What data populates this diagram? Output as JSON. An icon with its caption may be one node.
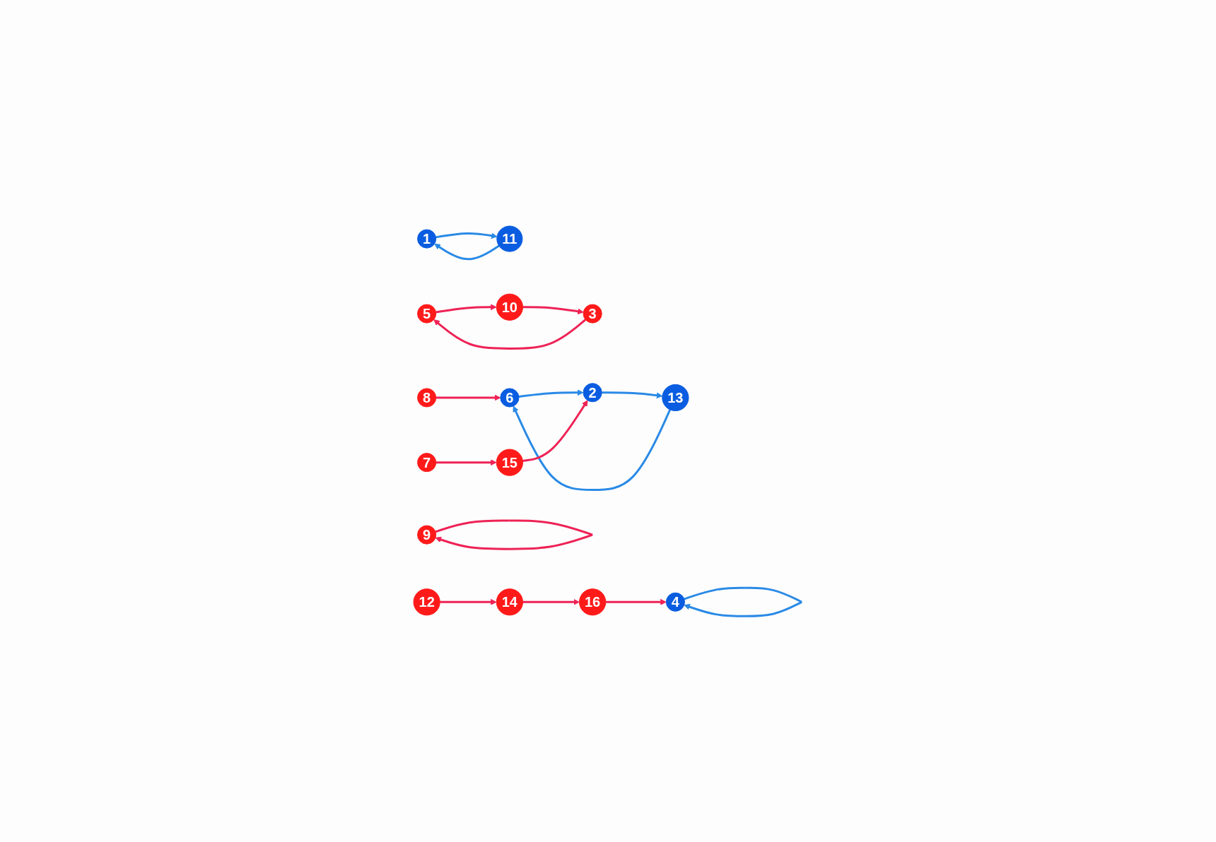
{
  "diagram": {
    "nodes": [
      {
        "text": [
          "5"
        ]
      },
      {
        "text": [
          "1"
        ]
      },
      {
        "text": [
          "11"
        ]
      },
      {
        "text": [
          "10"
        ]
      },
      {
        "text": [
          "8"
        ]
      },
      {
        "text": [
          "6"
        ]
      },
      {
        "text": [
          "13"
        ]
      },
      {
        "text": [
          "3"
        ]
      },
      {
        "text": [
          "9"
        ]
      },
      {
        "text": [
          "2"
        ]
      },
      {
        "text": [
          "7"
        ]
      },
      {
        "text": [
          "15"
        ]
      },
      {
        "text": [
          "12"
        ]
      },
      {
        "text": [
          "4"
        ]
      },
      {
        "text": [
          "14"
        ]
      },
      {
        "text": [
          "16"
        ]
      }
    ],
    "edges": [
      {
        "from": 0,
        "to": 3,
        "arrow": "to"
      },
      {
        "from": 3,
        "to": 7,
        "arrow": "to"
      },
      {
        "from": 7,
        "to": 0,
        "arrow": "to"
      },
      {
        "from": 8,
        "to": 8,
        "arrow": "to"
      },
      {
        "from": 2,
        "to": 1,
        "arrow": "to",
        "color": "#2a8ae6"
      },
      {
        "from": 1,
        "to": 2,
        "arrow": "to",
        "color": "#2a8ae6"
      },
      {
        "from": 4,
        "to": 5,
        "arrow": "to"
      },
      {
        "from": 5,
        "to": 9,
        "arrow": "to",
        "color": "#2a8ae6"
      },
      {
        "from": 9,
        "to": 6,
        "arrow": "to",
        "color": "#2a8ae6"
      },
      {
        "from": 6,
        "to": 5,
        "arrow": "to",
        "color": "#2a8ae6"
      },
      {
        "from": 10,
        "to": 11,
        "arrow": "to"
      },
      {
        "from": 11,
        "to": 9,
        "arrow": "to"
      },
      {
        "from": 12,
        "to": 14,
        "arrow": "to"
      },
      {
        "from": 14,
        "to": 15,
        "arrow": "to"
      },
      {
        "from": 15,
        "to": 13,
        "arrow": "to"
      },
      {
        "from": 13,
        "to": 13,
        "arrow": "to",
        "color": "#2a8ae6"
      }
    ]
  }
}
